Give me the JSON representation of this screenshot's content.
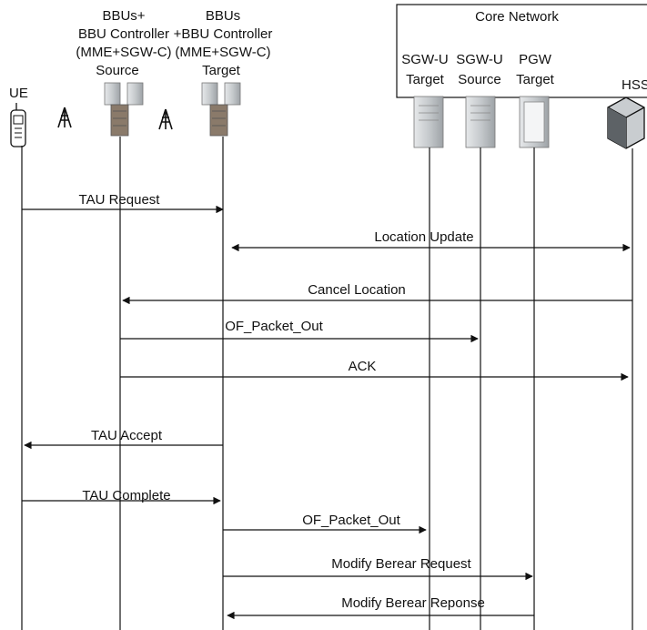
{
  "core_network": {
    "title": "Core Network"
  },
  "entities": {
    "ue": "UE",
    "source_bbu": [
      "BBUs+",
      "BBU Controller",
      "(MME+SGW-C)",
      "Source"
    ],
    "target_bbu": [
      "BBUs",
      "+BBU Controller",
      "(MME+SGW-C)",
      "Target"
    ],
    "sgwu_target": [
      "SGW-U",
      "Target"
    ],
    "sgwu_source": [
      "SGW-U",
      "Source"
    ],
    "pgw_target": [
      "PGW",
      "Target"
    ],
    "hss": "HSS"
  },
  "messages": [
    {
      "label": "TAU Request"
    },
    {
      "label": "Location Update"
    },
    {
      "label": "Cancel Location"
    },
    {
      "label": "OF_Packet_Out"
    },
    {
      "label": "ACK"
    },
    {
      "label": "TAU Accept"
    },
    {
      "label": "TAU Complete"
    },
    {
      "label": "OF_Packet_Out"
    },
    {
      "label": "Modify Berear Request"
    },
    {
      "label": "Modify Berear Reponse"
    }
  ],
  "icons": [
    "phone-icon",
    "antenna-icon",
    "bbu-rack-icon",
    "server-icon",
    "hss-server-icon"
  ],
  "colors": {
    "line": "#111111",
    "device": "#bfc4c7",
    "rack": "#8a7a6a"
  }
}
